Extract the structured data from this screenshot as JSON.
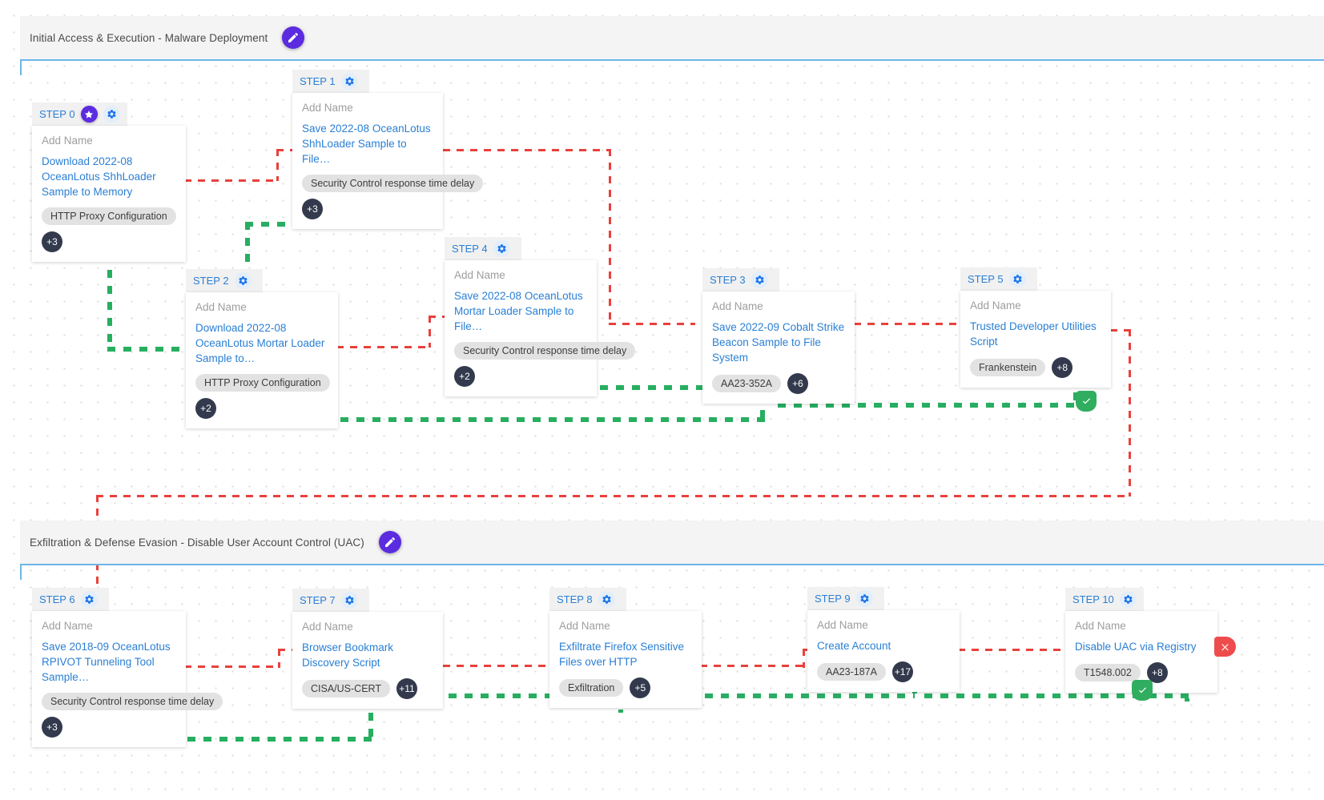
{
  "sections": [
    {
      "title": "Initial Access & Execution - Malware Deployment",
      "edit_icon": "pencil-icon"
    },
    {
      "title": "Exfiltration & Defense Evasion - Disable User Account Control (UAC)",
      "edit_icon": "pencil-icon"
    }
  ],
  "placeholder": "Add Name",
  "steps": [
    {
      "label": "STEP 0",
      "name_placeholder": "Add Name",
      "title": "Download 2022-08 OceanLotus ShhLoader Sample to Memory",
      "tags": [
        "HTTP Proxy Configuration"
      ],
      "more_count": "+3",
      "has_star": true,
      "has_gear": true
    },
    {
      "label": "STEP 1",
      "name_placeholder": "Add Name",
      "title": "Save 2022-08 OceanLotus ShhLoader Sample to File…",
      "tags": [
        "Security Control response time delay"
      ],
      "more_count": "+3",
      "has_star": false,
      "has_gear": true
    },
    {
      "label": "STEP 2",
      "name_placeholder": "Add Name",
      "title": "Download 2022-08 OceanLotus Mortar Loader Sample to…",
      "tags": [
        "HTTP Proxy Configuration"
      ],
      "more_count": "+2",
      "has_star": false,
      "has_gear": true
    },
    {
      "label": "STEP 3",
      "name_placeholder": "Add Name",
      "title": "Save 2022-09 Cobalt Strike Beacon Sample to File System",
      "tags": [
        "AA23-352A"
      ],
      "more_count": "+6",
      "has_star": false,
      "has_gear": true
    },
    {
      "label": "STEP 4",
      "name_placeholder": "Add Name",
      "title": "Save 2022-08 OceanLotus Mortar Loader Sample to File…",
      "tags": [
        "Security Control response time delay"
      ],
      "more_count": "+2",
      "has_star": false,
      "has_gear": true
    },
    {
      "label": "STEP 5",
      "name_placeholder": "Add Name",
      "title": "Trusted Developer Utilities Script",
      "tags": [
        "Frankenstein"
      ],
      "more_count": "+8",
      "has_star": false,
      "has_gear": true
    },
    {
      "label": "STEP 6",
      "name_placeholder": "Add Name",
      "title": "Save 2018-09 OceanLotus RPIVOT Tunneling Tool Sample…",
      "tags": [
        "Security Control response time delay"
      ],
      "more_count": "+3",
      "has_star": false,
      "has_gear": true
    },
    {
      "label": "STEP 7",
      "name_placeholder": "Add Name",
      "title": "Browser Bookmark Discovery Script",
      "tags": [
        "CISA/US-CERT"
      ],
      "more_count": "+11",
      "has_star": false,
      "has_gear": true
    },
    {
      "label": "STEP 8",
      "name_placeholder": "Add Name",
      "title": "Exfiltrate Firefox Sensitive Files over HTTP",
      "tags": [
        "Exfiltration"
      ],
      "more_count": "+5",
      "has_star": false,
      "has_gear": true
    },
    {
      "label": "STEP 9",
      "name_placeholder": "Add Name",
      "title": "Create Account",
      "tags": [
        "AA23-187A"
      ],
      "more_count": "+17",
      "has_star": false,
      "has_gear": true
    },
    {
      "label": "STEP 10",
      "name_placeholder": "Add Name",
      "title": "Disable UAC via Registry",
      "tags": [
        "T1548.002"
      ],
      "more_count": "+8",
      "has_star": false,
      "has_gear": true
    }
  ],
  "status_badges": [
    {
      "kind": "shield-check-icon",
      "for_step": "STEP 5"
    },
    {
      "kind": "shield-check-icon",
      "for_step": "STEP 10"
    },
    {
      "kind": "close-x-icon",
      "for_step": "STEP 10"
    }
  ],
  "colors": {
    "step_label": "#2a7fd4",
    "step_title": "#2a7fd4",
    "edge_red": "#e8413c",
    "edge_green": "#27ae60",
    "accent_purple": "#5b2be0",
    "count_badge": "#333a4d",
    "section_band": "#f4f4f4",
    "section_rule": "#6db6e8",
    "status_ok": "#30ad5f",
    "status_bad": "#ee4c4c"
  }
}
